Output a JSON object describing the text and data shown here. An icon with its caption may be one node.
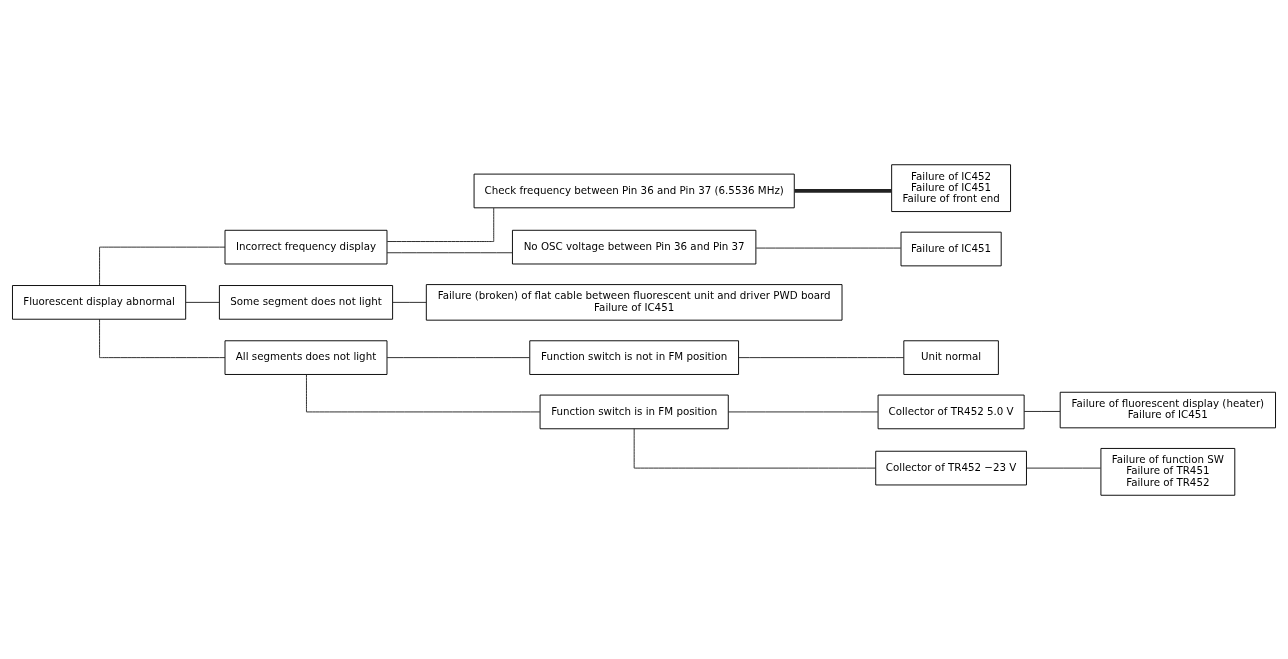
{
  "diagram": {
    "nodes": [
      {
        "text": [
          "Fluorescent display abnormal"
        ]
      },
      {
        "text": [
          "Incorrect frequency display"
        ]
      },
      {
        "text": [
          "Some segment does not light"
        ]
      },
      {
        "text": [
          "All segments does not light"
        ]
      },
      {
        "text": [
          "Check frequency between Pin 36 and Pin 37 (6.5536 MHz)"
        ]
      },
      {
        "text": [
          "Failure of IC452",
          "Failure of IC451",
          "Failure of front end"
        ]
      },
      {
        "text": [
          "No OSC voltage between Pin 36 and Pin 37"
        ]
      },
      {
        "text": [
          "Failure of IC451"
        ]
      },
      {
        "text": [
          "Failure (broken) of flat cable between fluorescent unit and driver PWD board",
          "Failure of IC451"
        ]
      },
      {
        "text": [
          "Function switch is not in FM position"
        ]
      },
      {
        "text": [
          "Unit normal"
        ]
      },
      {
        "text": [
          "Function switch is in FM position"
        ]
      },
      {
        "text": [
          "Collector of TR452 5.0 V"
        ]
      },
      {
        "text": [
          "Failure of fluorescent display (heater)",
          "Failure of IC451"
        ]
      },
      {
        "text": [
          "Collector of TR452 −23 V"
        ]
      },
      {
        "text": [
          "Failure of function SW",
          "Failure of TR451",
          "Failure of TR452"
        ]
      }
    ],
    "edges": [
      {
        "from": 0,
        "to": 1,
        "arrow": "none"
      },
      {
        "from": 0,
        "to": 2,
        "arrow": "none"
      },
      {
        "from": 0,
        "to": 3,
        "arrow": "none"
      },
      {
        "from": 1,
        "to": 4,
        "arrow": "none"
      },
      {
        "from": 1,
        "to": 6,
        "arrow": "none"
      },
      {
        "from": 4,
        "to": 5,
        "arrow": "none",
        "style": "thick"
      },
      {
        "from": 6,
        "to": 7,
        "arrow": "none"
      },
      {
        "from": 2,
        "to": 8,
        "arrow": "none"
      },
      {
        "from": 3,
        "to": 9,
        "arrow": "none"
      },
      {
        "from": 3,
        "to": 11,
        "arrow": "none"
      },
      {
        "from": 9,
        "to": 10,
        "arrow": "none"
      },
      {
        "from": 11,
        "to": 12,
        "arrow": "none"
      },
      {
        "from": 11,
        "to": 14,
        "arrow": "none"
      },
      {
        "from": 12,
        "to": 13,
        "arrow": "none"
      },
      {
        "from": 14,
        "to": 15,
        "arrow": "none"
      }
    ]
  }
}
